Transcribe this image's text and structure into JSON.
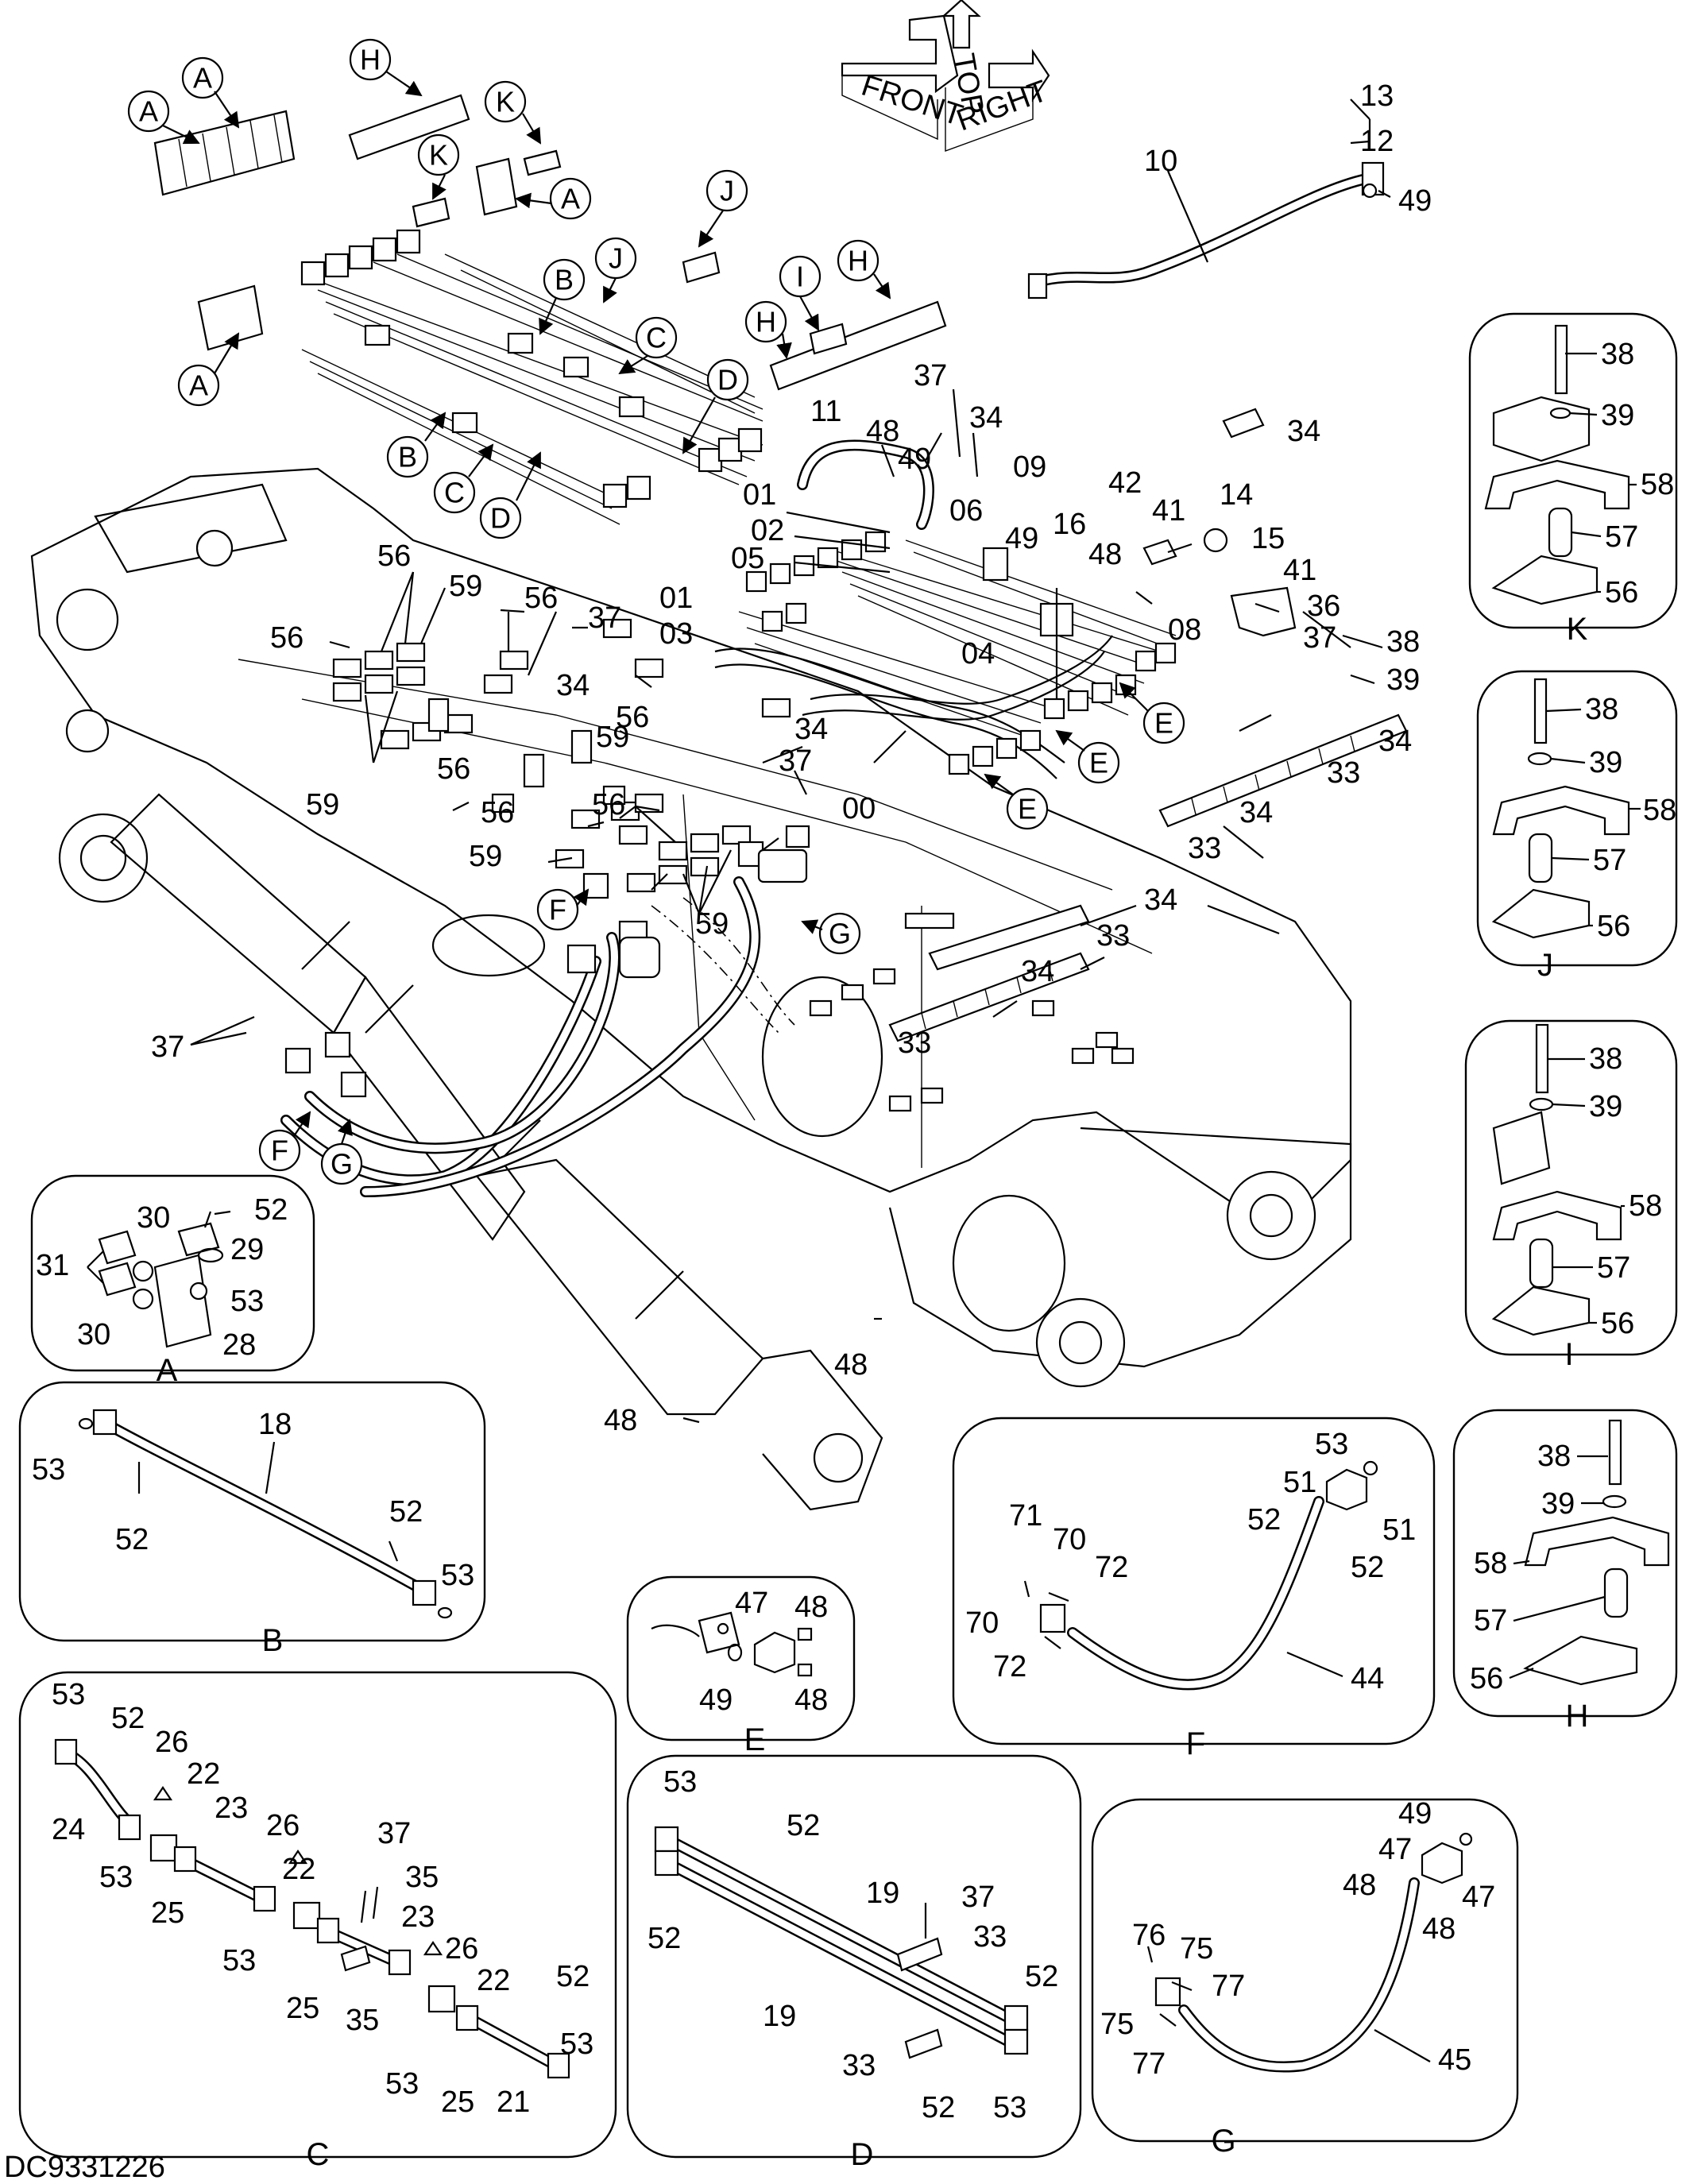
{
  "drawing_code": "DC9331226",
  "orientation_marker": {
    "front": "FRONT",
    "top": "TOP",
    "right": "RIGHT"
  },
  "main_labels": {
    "p13": "13",
    "p12": "12",
    "p10": "10",
    "p49a": "49",
    "p37a": "37",
    "p34a": "34",
    "p48a": "48",
    "p49b": "49",
    "p11": "11",
    "p09": "09",
    "p34b": "34",
    "p01a": "01",
    "p02": "02",
    "p05": "05",
    "p06": "06",
    "p49c": "49",
    "p16": "16",
    "p42": "42",
    "p41a": "41",
    "p14": "14",
    "p15": "15",
    "p48b": "48",
    "p01b": "01",
    "p03": "03",
    "p04": "04",
    "p41b": "41",
    "p36": "36",
    "p08": "08",
    "p56a": "56",
    "p56b": "56",
    "p59a": "59",
    "p56c": "56",
    "p37b": "37",
    "p34c": "34",
    "p38a": "38",
    "p39a": "39",
    "p37c": "37",
    "p34d": "34",
    "p56d": "56",
    "p59b": "59",
    "p56e": "56",
    "p37d": "37",
    "p00": "00",
    "p34e": "34",
    "p33a": "33",
    "p34f": "34",
    "p33b": "33",
    "p56f": "56",
    "p59c": "59",
    "p56g": "56",
    "p59d": "59",
    "p59e": "59",
    "p34g": "34",
    "p33c": "33",
    "p34h": "34",
    "p33d": "33",
    "p37e": "37",
    "p48c": "48",
    "p48d": "48"
  },
  "callouts": {
    "A1": "A",
    "A2": "A",
    "A3": "A",
    "A4": "A",
    "H1": "H",
    "H2": "H",
    "H3": "H",
    "K1": "K",
    "K2": "K",
    "J1": "J",
    "J2": "J",
    "I1": "I",
    "B1": "B",
    "B2": "B",
    "C1": "C",
    "C2": "C",
    "D1": "D",
    "D2": "D",
    "E1": "E",
    "E2": "E",
    "E3": "E",
    "F1": "F",
    "F2": "F",
    "G1": "G",
    "G2": "G"
  },
  "detail_K": {
    "title": "K",
    "labels": [
      "38",
      "39",
      "58",
      "57",
      "56"
    ]
  },
  "detail_J": {
    "title": "J",
    "labels": [
      "38",
      "39",
      "58",
      "57",
      "56"
    ]
  },
  "detail_I": {
    "title": "I",
    "labels": [
      "38",
      "39",
      "58",
      "57",
      "56"
    ]
  },
  "detail_H": {
    "title": "H",
    "labels": [
      "38",
      "39",
      "58",
      "57",
      "56"
    ]
  },
  "detail_A": {
    "title": "A",
    "labels": [
      "30",
      "52",
      "29",
      "31",
      "53",
      "30",
      "28"
    ]
  },
  "detail_B": {
    "title": "B",
    "labels": [
      "18",
      "53",
      "52",
      "52",
      "53"
    ]
  },
  "detail_E": {
    "title": "E",
    "labels": [
      "47",
      "48",
      "49",
      "48"
    ]
  },
  "detail_F": {
    "title": "F",
    "labels": [
      "53",
      "51",
      "52",
      "51",
      "52",
      "71",
      "70",
      "72",
      "70",
      "72",
      "44"
    ]
  },
  "detail_C": {
    "title": "C",
    "labels": [
      "53",
      "52",
      "26",
      "22",
      "23",
      "24",
      "53",
      "26",
      "22",
      "37",
      "35",
      "25",
      "53",
      "23",
      "26",
      "22",
      "52",
      "25",
      "35",
      "53",
      "53",
      "25",
      "21"
    ]
  },
  "detail_D": {
    "title": "D",
    "labels": [
      "53",
      "52",
      "52",
      "19",
      "37",
      "33",
      "52",
      "19",
      "33",
      "52",
      "53"
    ]
  },
  "detail_G": {
    "title": "G",
    "labels": [
      "49",
      "47",
      "48",
      "47",
      "48",
      "76",
      "75",
      "77",
      "75",
      "77",
      "45"
    ]
  }
}
